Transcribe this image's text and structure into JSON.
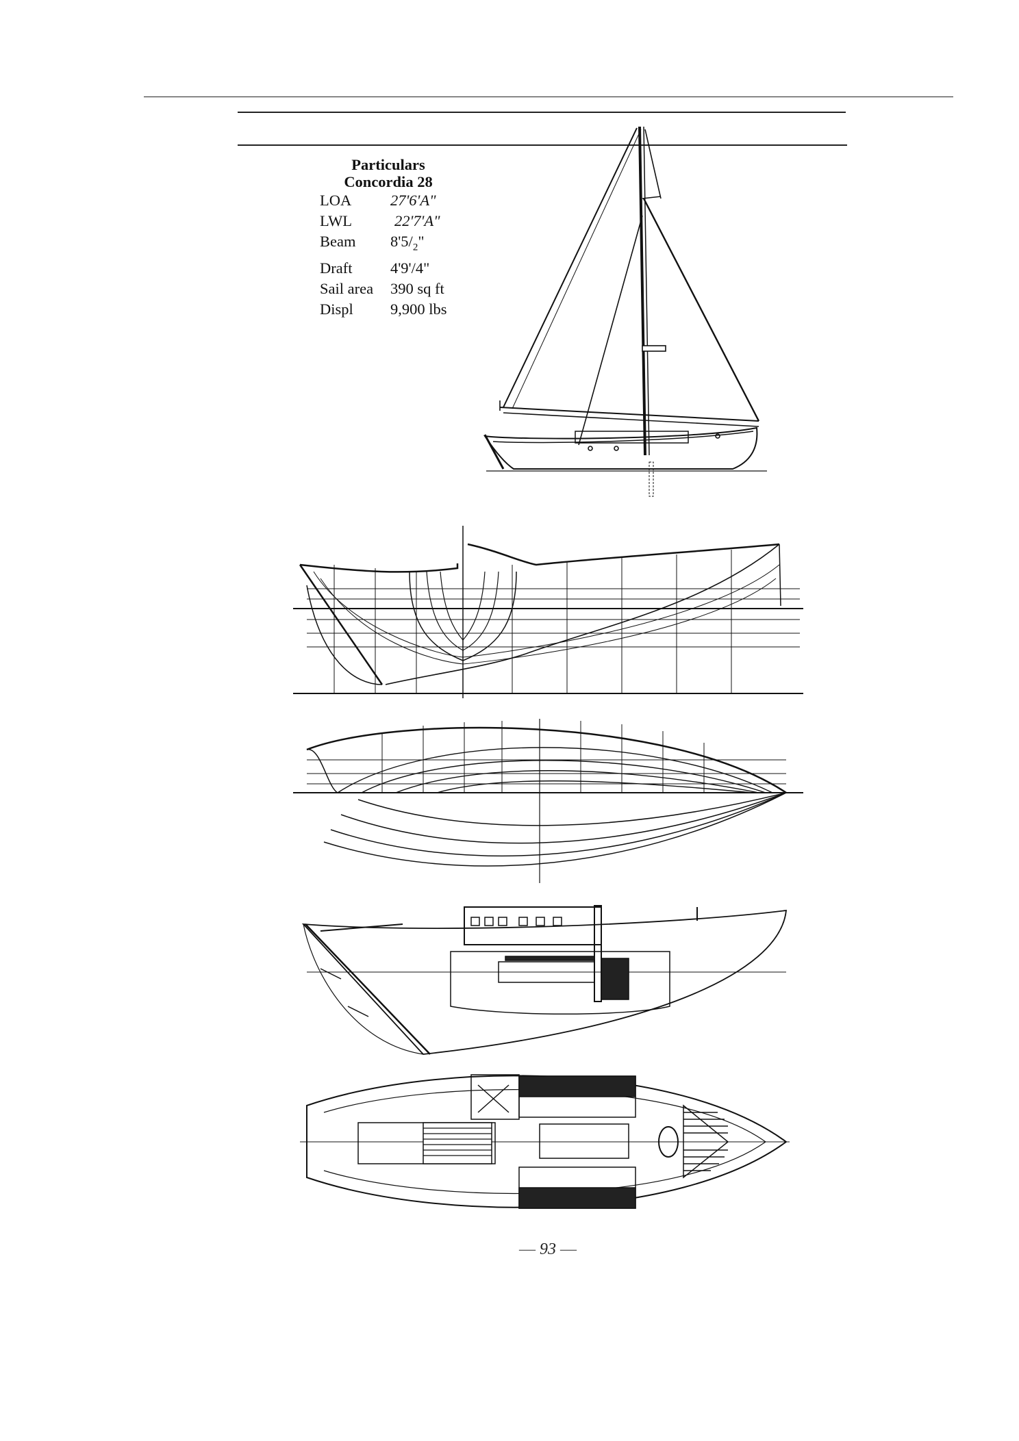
{
  "page": {
    "page_number": "93",
    "page_number_dash": "—"
  },
  "particulars": {
    "heading": "Particulars",
    "model": "Concordia 28",
    "rows": [
      {
        "label": "LOA",
        "value": "27'6'A\""
      },
      {
        "label": "LWL",
        "value": "22'7'A\""
      },
      {
        "label": "Beam",
        "value": "8'5/",
        "sub": "2",
        "suffix": "\""
      },
      {
        "label": "Draft",
        "value": "4'9'/4\""
      },
      {
        "label": "Sail area",
        "value": "390 sq ft"
      },
      {
        "label": "Displ",
        "value": "9,900 lbs"
      }
    ]
  },
  "figures": [
    {
      "id": "sail-plan",
      "description": "Sail plan profile of sloop-rigged Concordia 28"
    },
    {
      "id": "body-plan",
      "description": "Lines drawing: profile with body plan sections"
    },
    {
      "id": "half-breadth-plan",
      "description": "Lines drawing: half-breadth plan with waterlines and buttocks"
    },
    {
      "id": "inboard-profile",
      "description": "Inboard profile cutaway showing accommodation"
    },
    {
      "id": "accommodation-plan",
      "description": "Accommodation plan (deck layout) view from above"
    }
  ]
}
